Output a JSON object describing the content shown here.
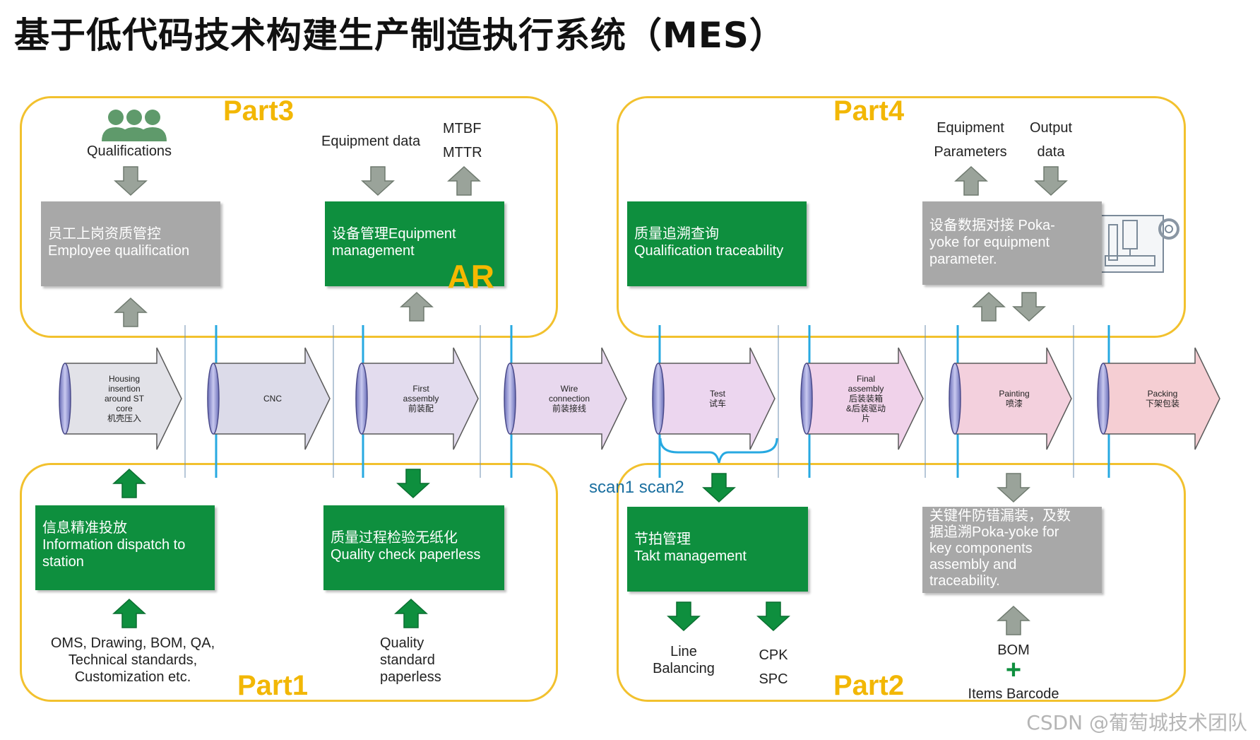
{
  "title": "基于低代码技术构建生产制造执行系统（MES）",
  "parts": {
    "part3": "Part3",
    "part4": "Part4",
    "part1": "Part1",
    "part2": "Part2"
  },
  "inputs": {
    "qualifications": "Qualifications",
    "equipment_data": "Equipment data",
    "mtbf": "MTBF",
    "mttr": "MTTR",
    "equipment_parameters": [
      "Equipment",
      "Parameters"
    ],
    "output_data": [
      "Output",
      "data"
    ],
    "oms": [
      "OMS, Drawing, BOM, QA,",
      "Technical standards,",
      "Customization etc."
    ],
    "quality_standard": [
      "Quality",
      "standard",
      "paperless"
    ],
    "line_balancing": [
      "Line",
      "Balancing"
    ],
    "cpk_spc": [
      "CPK",
      "SPC"
    ],
    "bom": "BOM",
    "plus": "+",
    "items_barcode": "Items Barcode"
  },
  "boxes": {
    "employee_qualification": [
      "员工上岗资质管控",
      "Employee qualification"
    ],
    "equipment_management": [
      "设备管理Equipment",
      "management"
    ],
    "ar": "AR",
    "qualification_traceability": [
      "质量追溯查询",
      "Qualification traceability"
    ],
    "equipment_pokayoke": [
      "设备数据对接 Poka-",
      "yoke for equipment",
      "parameter."
    ],
    "information_dispatch": [
      "信息精准投放",
      "Information dispatch to",
      "station"
    ],
    "quality_check": [
      "质量过程检验无纸化",
      "Quality check paperless"
    ],
    "takt_management": [
      "节拍管理",
      "Takt management"
    ],
    "key_components": [
      "关键件防错漏装，及数",
      "据追溯Poka-yoke for",
      "key components",
      "assembly and",
      "traceability."
    ]
  },
  "process_steps": [
    {
      "lines": [
        "Housing",
        "insertion",
        "around ST",
        "core",
        "机壳压入"
      ],
      "color": "#e2e2e8"
    },
    {
      "lines": [
        "CNC"
      ],
      "color": "#dcdbe9"
    },
    {
      "lines": [
        "First",
        "assembly",
        "前装配"
      ],
      "color": "#e3dcee"
    },
    {
      "lines": [
        "Wire",
        "connection",
        "前装接线"
      ],
      "color": "#e8d8ee"
    },
    {
      "lines": [
        "Test",
        "试车"
      ],
      "color": "#ecd6ef"
    },
    {
      "lines": [
        "Final",
        "assembly",
        "后装装箱",
        "&后装驱动",
        "片"
      ],
      "color": "#f0d2ea"
    },
    {
      "lines": [
        "Painting",
        "喷漆"
      ],
      "color": "#f3d0dd"
    },
    {
      "lines": [
        "Packing",
        "下架包装"
      ],
      "color": "#f5ced3"
    }
  ],
  "scan": "scan1 scan2",
  "watermark": "CSDN @葡萄城技术团队",
  "colors": {
    "panel_border": "#f2c12e",
    "part_label": "#f2b705",
    "green_box": "#0e8f3e",
    "gray_box": "#a8a8a8",
    "arrow_gray": "#9aa39a",
    "arrow_green": "#0e8f3e",
    "station_line": "#27a9e1",
    "thin_line": "#6e8fb0"
  }
}
